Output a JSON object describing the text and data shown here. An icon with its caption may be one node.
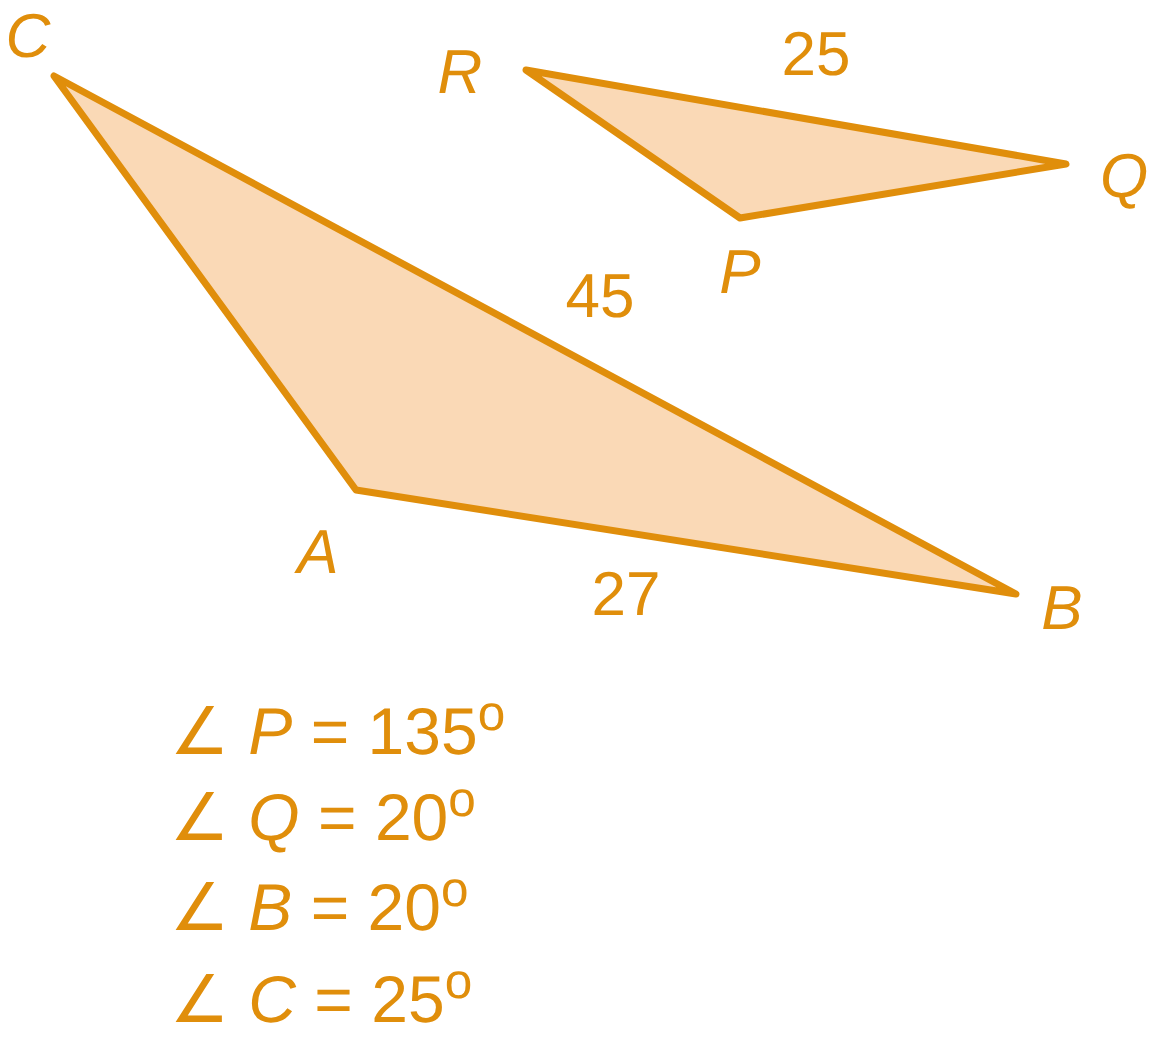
{
  "diagram": {
    "labels": [
      "C",
      "R",
      "25",
      "Q",
      "P",
      "45",
      "A",
      "27",
      "B",
      "∠ *P* = 135$^{o}$",
      "∠ *Q* = 20$^{o}$",
      "∠ *B* = 20$^{o}$",
      "∠ *C* = 25$^{o}$"
    ]
  }
}
